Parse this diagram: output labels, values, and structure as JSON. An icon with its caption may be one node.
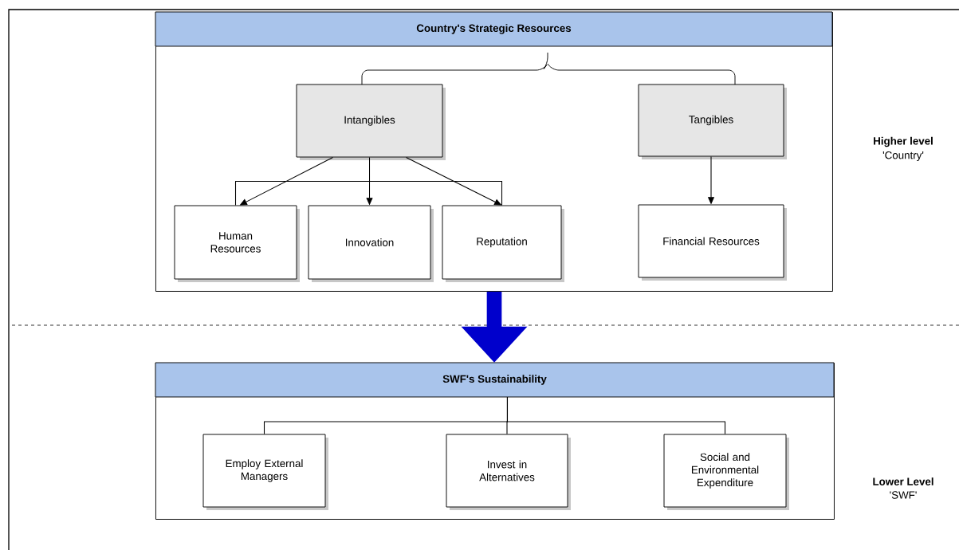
{
  "diagram": {
    "nodes": [
      {
        "text": [
          "Country's Strategic Resources"
        ]
      },
      {
        "text": [
          "Intangibles"
        ],
        "in": 0
      },
      {
        "text": [
          "Tangibles"
        ],
        "in": 0
      },
      {
        "text": [
          "Human Resources"
        ],
        "in": 0
      },
      {
        "text": [
          "Innovation"
        ],
        "in": 0
      },
      {
        "text": [
          "Reputation"
        ],
        "in": 0
      },
      {
        "text": [
          "Financial Resources"
        ],
        "in": 0
      },
      {
        "text": [
          "SWF's Sustainability"
        ]
      },
      {
        "text": [
          "Employ External Managers"
        ],
        "in": 7
      },
      {
        "text": [
          "Invest in Alternatives"
        ],
        "in": 7
      },
      {
        "text": [
          "Social and Environmental Expenditure"
        ],
        "in": 7
      }
    ],
    "edges": [
      {
        "from": 1,
        "to": 3,
        "arrow": "to"
      },
      {
        "from": 1,
        "to": 4,
        "arrow": "to"
      },
      {
        "from": 1,
        "to": 5,
        "arrow": "to"
      },
      {
        "from": 3,
        "to": 5,
        "arrow": "none"
      },
      {
        "from": 2,
        "to": 6,
        "arrow": "to"
      },
      {
        "from": 0,
        "to": 7,
        "arrow": "to",
        "style": "thick",
        "color": "#0000cc"
      },
      {
        "from": 7,
        "to": 8,
        "arrow": "none"
      },
      {
        "from": 7,
        "to": 9,
        "arrow": "none"
      },
      {
        "from": 7,
        "to": 10,
        "arrow": "none"
      }
    ],
    "labels": [
      "Higher level",
      "'Country'",
      "Lower Level",
      "'SWF'"
    ]
  }
}
